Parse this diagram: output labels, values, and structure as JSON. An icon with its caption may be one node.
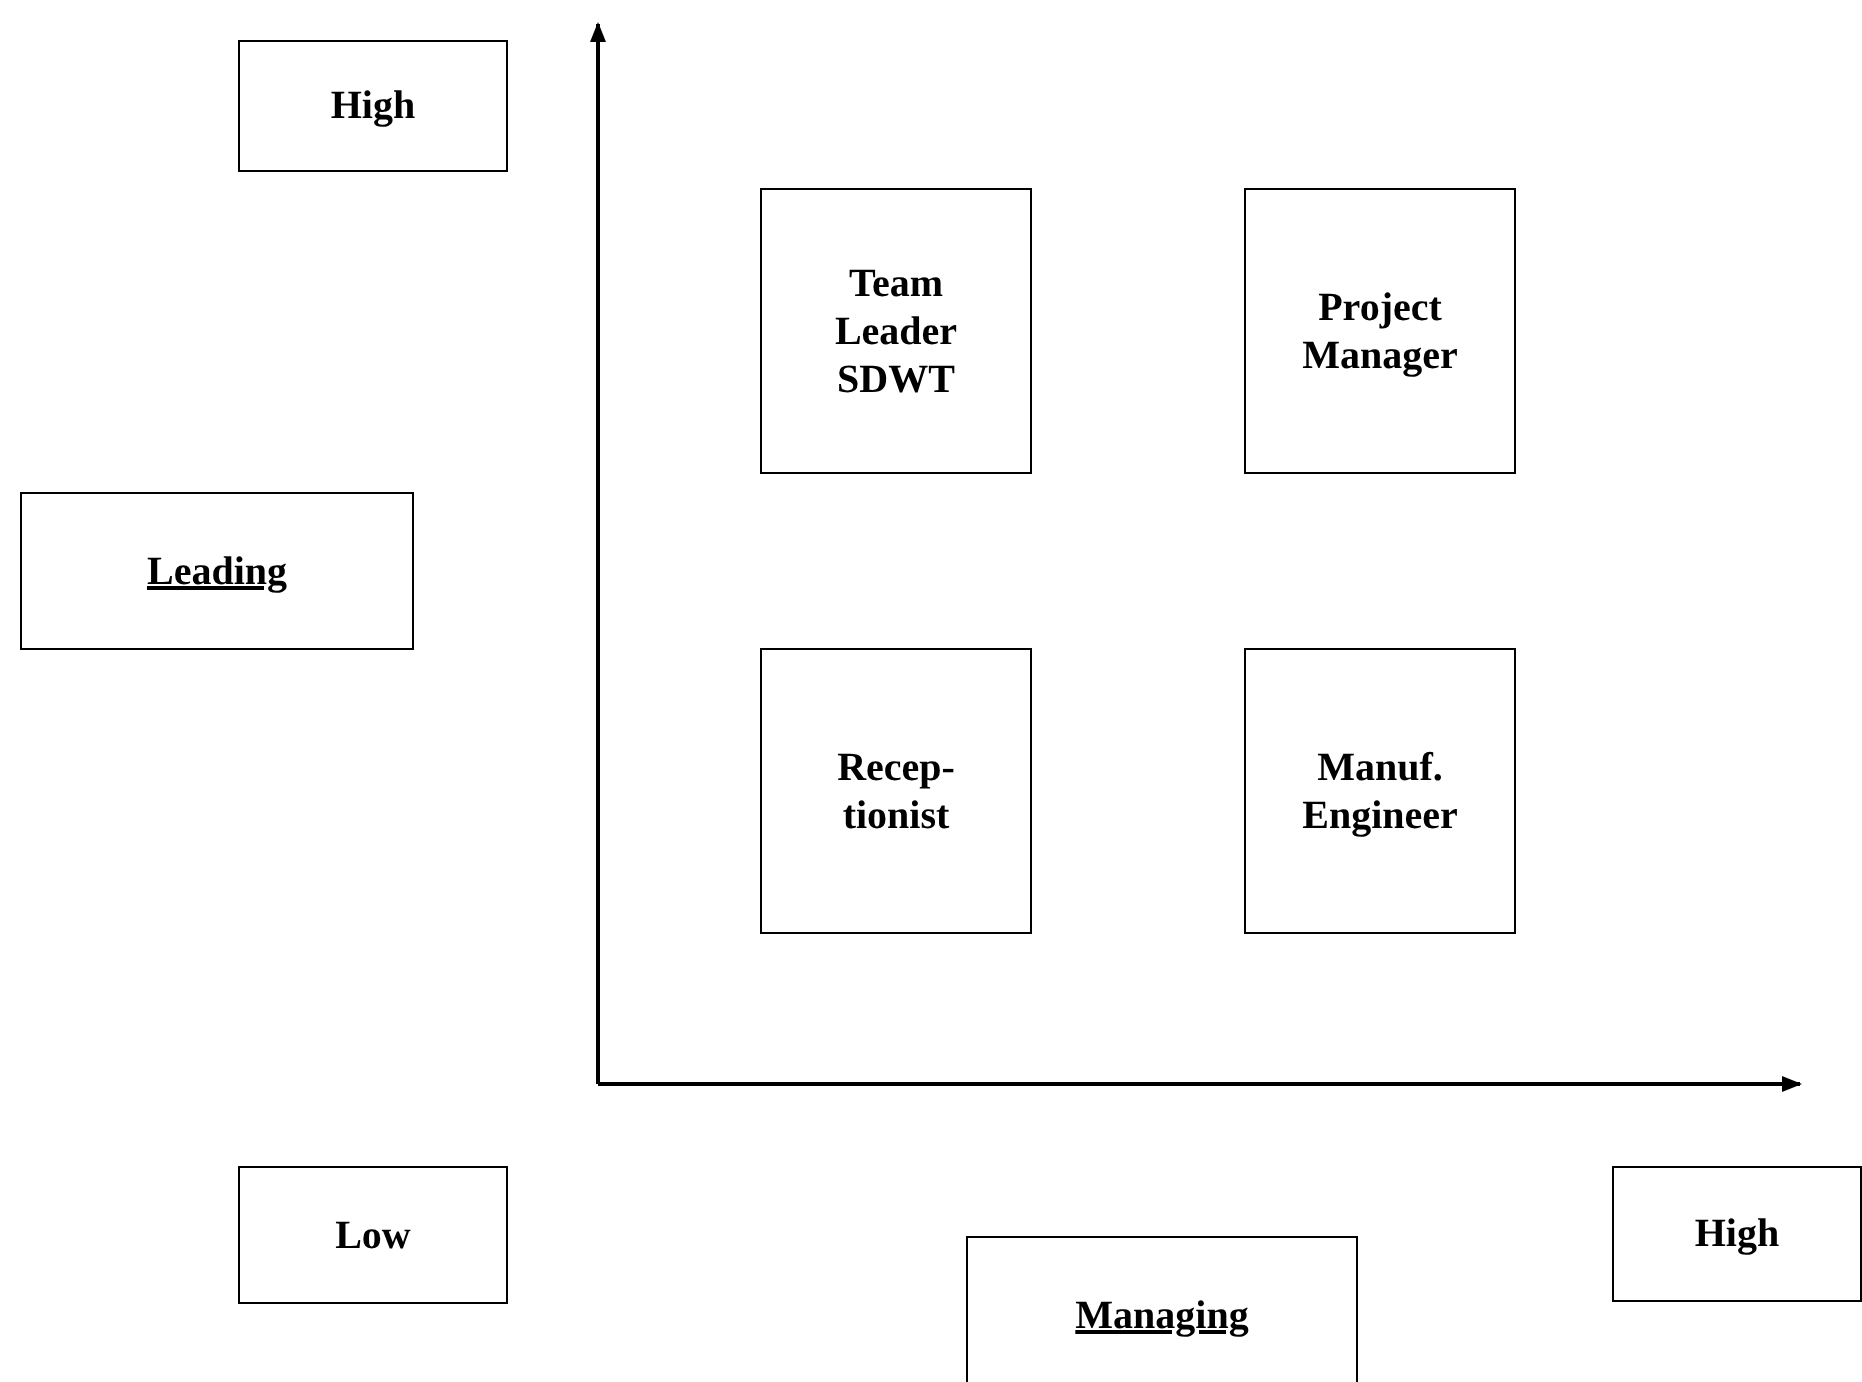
{
  "diagram": {
    "nodes": [
      {
        "text": [
          "High"
        ]
      },
      {
        "text": [
          "Leading"
        ]
      },
      {
        "text": [
          "Team Leader SDWT"
        ]
      },
      {
        "text": [
          "Project Manager"
        ]
      },
      {
        "text": [
          "Recep- tionist"
        ]
      },
      {
        "text": [
          "Manuf. Engineer"
        ]
      },
      {
        "text": [
          "Low"
        ]
      },
      {
        "text": [
          "Managing"
        ]
      },
      {
        "text": [
          "High"
        ]
      }
    ],
    "edges": []
  }
}
